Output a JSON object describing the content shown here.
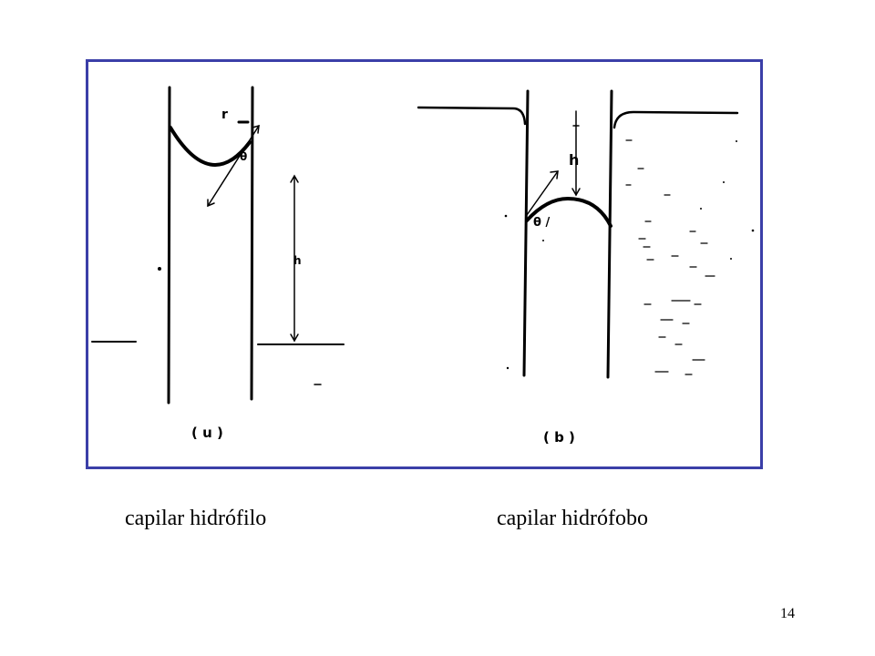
{
  "figure": {
    "frame_color": "#3b3fa8",
    "panel_a": {
      "label": "( u )",
      "r_label": "r",
      "angle_label": "θ",
      "height_label": "h"
    },
    "panel_b": {
      "label": "( b )",
      "h_label": "h",
      "angle_label": "θ /"
    }
  },
  "captions": {
    "left": "capilar hidrófilo",
    "right": "capilar hidrófobo"
  },
  "page_number": "14"
}
